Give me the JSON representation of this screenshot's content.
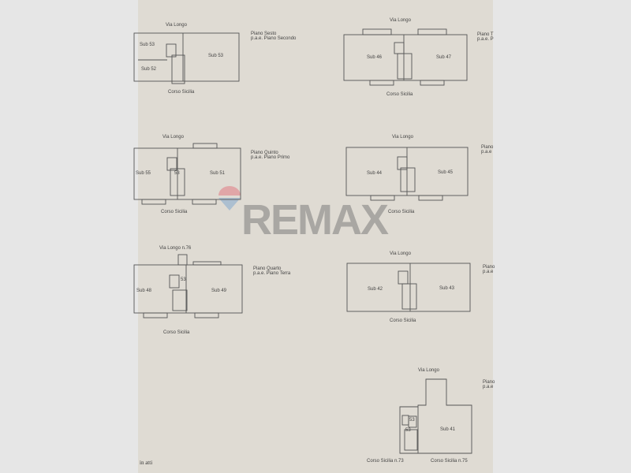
{
  "plans": [
    {
      "street_top": "Via Longo",
      "street_bottom": "Corso Sicilia",
      "floor": "Piano Sesto",
      "floor_alt": "p.a.e. Piano Secondo",
      "units": [
        "Sub 53",
        "Sub 52",
        "Sub 53"
      ]
    },
    {
      "street_top": "Via Longo",
      "street_bottom": "Corso Sicilia",
      "floor": "Piano T",
      "floor_alt": "p.a.e. P",
      "units": [
        "Sub 46",
        "Sub 47"
      ]
    },
    {
      "street_top": "Via Longo",
      "street_bottom": "Corso Sicilia",
      "floor": "Piano Quinto",
      "floor_alt": "p.a.e. Piano Primo",
      "units": [
        "Sub 55",
        "Sub 51",
        "53"
      ]
    },
    {
      "street_top": "Via Longo",
      "street_bottom": "Corso Sicilia",
      "floor": "Piano",
      "floor_alt": "p.a.e",
      "units": [
        "Sub 44",
        "Sub 45"
      ]
    },
    {
      "street_top": "Via Longo n.76",
      "street_bottom": "Corso Sicilia",
      "floor": "Piano Quarto",
      "floor_alt": "p.a.e. Piano Terra",
      "units": [
        "Sub 48",
        "Sub 49",
        "53"
      ]
    },
    {
      "street_top": "Via Longo",
      "street_bottom": "Corso Sicilia",
      "floor": "Piano",
      "floor_alt": "p.a.e",
      "units": [
        "Sub 42",
        "Sub 43"
      ]
    },
    {
      "street_top": "Via Longo",
      "street_bottom": "Corso Sicilia n.73",
      "street_bottom_2": "Corso Sicilia n.75",
      "floor": "Piano",
      "floor_alt": "p.a.e",
      "units": [
        "Sub 41",
        "53",
        "53"
      ]
    }
  ],
  "footer_note": "in atti",
  "watermark": {
    "text": "REMAX",
    "colors": {
      "red": "#e0989c",
      "blue": "#9fb8d0",
      "gray": "#a9a7a3"
    }
  }
}
